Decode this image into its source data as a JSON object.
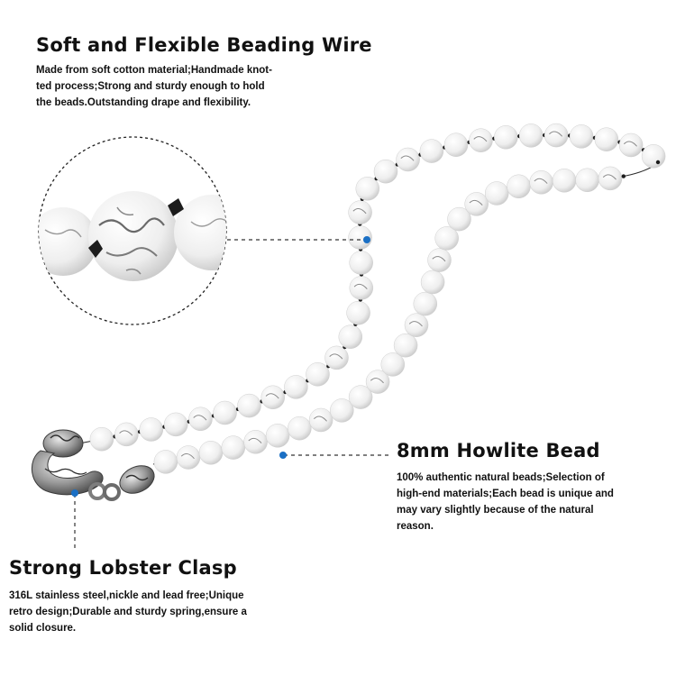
{
  "features": {
    "wire": {
      "title": "Soft and Flexible Beading Wire",
      "description": "Made from soft cotton material;Handmade knot-\nted process;Strong and sturdy enough to hold\nthe beads.Outstanding drape and flexibility."
    },
    "bead": {
      "title": "8mm Howlite Bead",
      "description": "100% authentic natural beads;Selection of\nhigh-end materials;Each bead is unique and\nmay vary slightly because of the natural\nreason."
    },
    "clasp": {
      "title": "Strong Lobster Clasp",
      "description": "316L stainless steel,nickle and lead free;Unique\nretro design;Durable and sturdy spring,ensure a\nsolid closure."
    }
  },
  "colors": {
    "marker": "#1a6fc4",
    "bead_base": "#f1f1f1",
    "vein": "#8a8a8a",
    "knot": "#1c1c1c",
    "steel": "#8d8d8d"
  }
}
